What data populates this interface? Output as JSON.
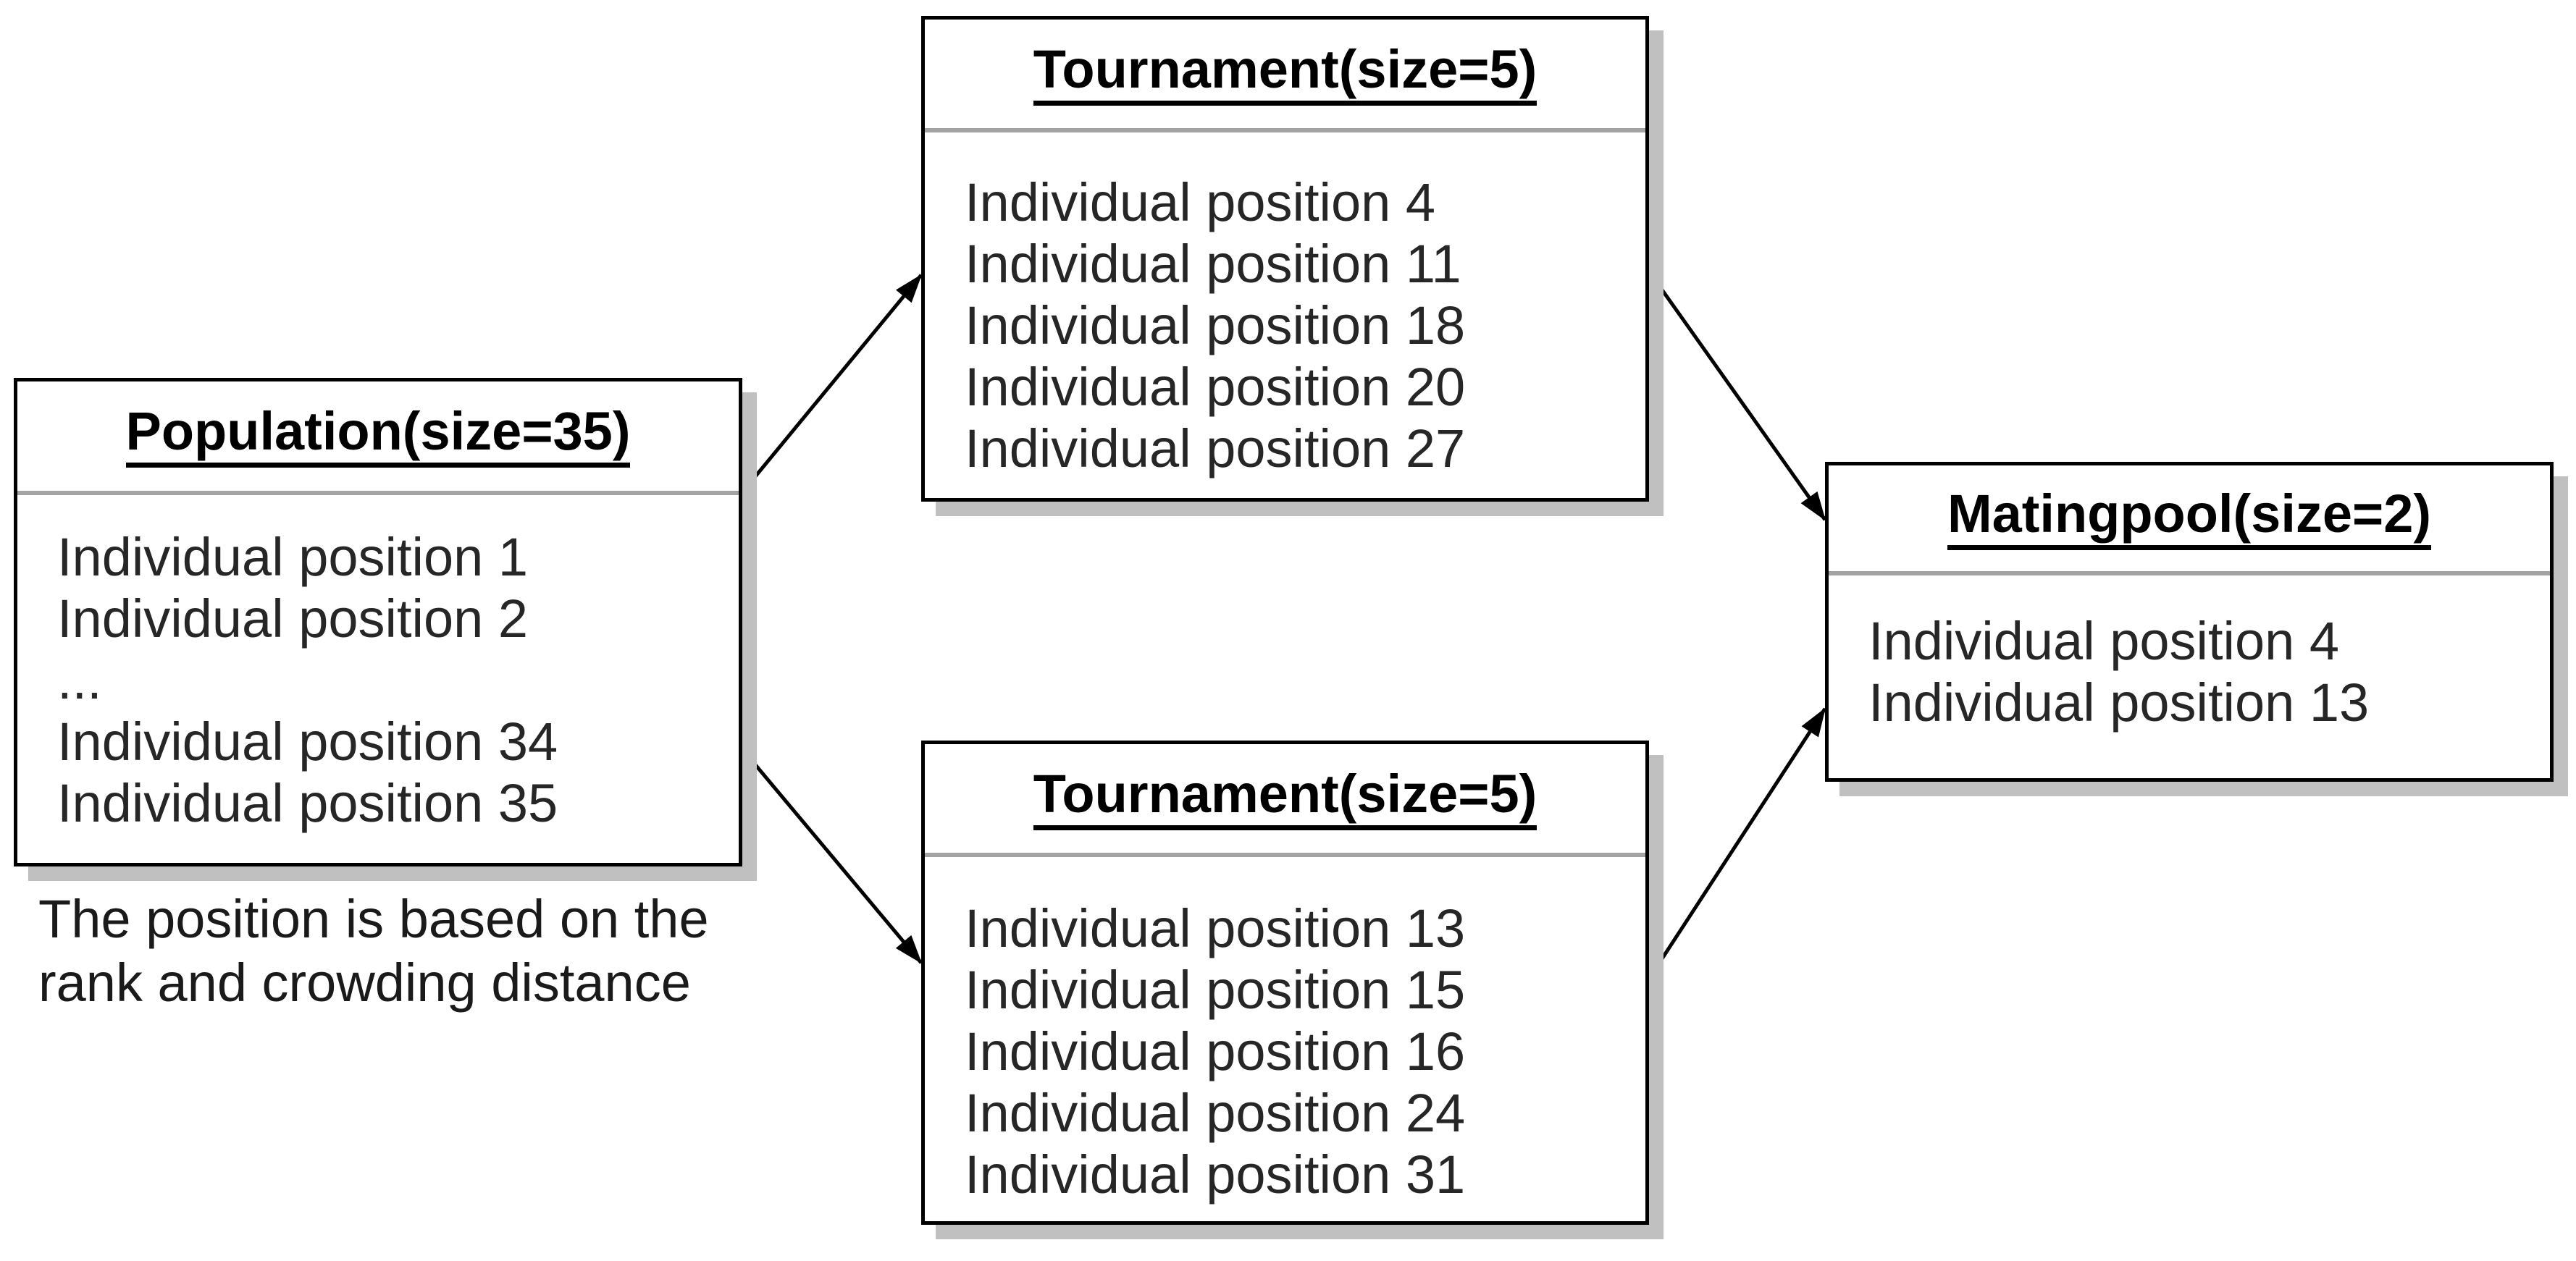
{
  "diagram": {
    "population": {
      "title": "Population (size = 35)",
      "items": [
        "Individual position 1",
        "Individual position 2",
        "...",
        "Individual position 34",
        "Individual position 35"
      ]
    },
    "tournament_top": {
      "title": "Tournament (size = 5)",
      "items": [
        "Individual position 4",
        "Individual position 11",
        "Individual position 18",
        "Individual position 20",
        "Individual position 27"
      ]
    },
    "tournament_bottom": {
      "title": "Tournament (size = 5)",
      "items": [
        "Individual position 13",
        "Individual position 15",
        "Individual position 16",
        "Individual position 24",
        "Individual position 31"
      ]
    },
    "mating_pool": {
      "title": "Mating pool (size = 2)",
      "items": [
        "Individual position 4",
        "Individual position 13"
      ]
    },
    "caption": {
      "line1": "The position is based on the",
      "line2": "rank and crowding distance"
    },
    "colors": {
      "border": "#000000",
      "separator": "#a3a3a3",
      "shadow": "#c0c0c0",
      "text": "#262626",
      "title": "#000000",
      "background": "#ffffff"
    }
  }
}
